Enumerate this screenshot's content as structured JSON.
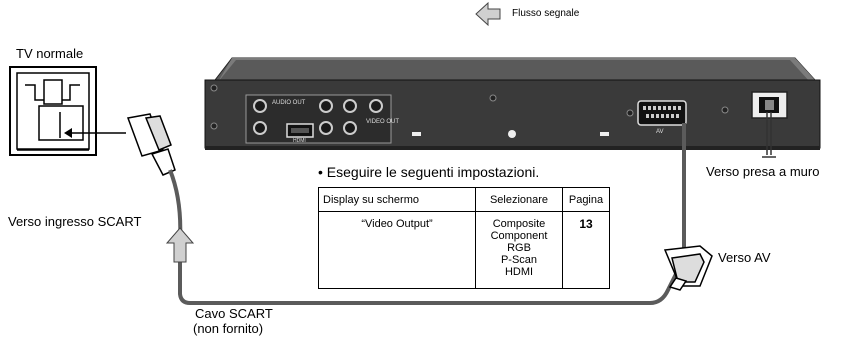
{
  "labels": {
    "signal_flow": "Flusso segnale",
    "tv": "TV normale",
    "wall": "Verso presa a muro",
    "scart_input": "Verso ingresso SCART",
    "av": "Verso AV",
    "cable": "Cavo SCART",
    "cable_note": "(non fornito)",
    "instruction": "• Eseguire le seguenti impostazioni."
  },
  "panel_text": {
    "audio_out": "AUDIO OUT",
    "video_out": "VIDEO OUT",
    "hdmi": "HDMI",
    "av": "AV"
  },
  "settings_table": {
    "headers": [
      "Display su schermo",
      "Selezionare",
      "Pagina"
    ],
    "row": {
      "display": "“Video Output”",
      "options": [
        "Composite",
        "Component",
        "RGB",
        "P-Scan",
        "HDMI"
      ],
      "page": "13"
    }
  }
}
